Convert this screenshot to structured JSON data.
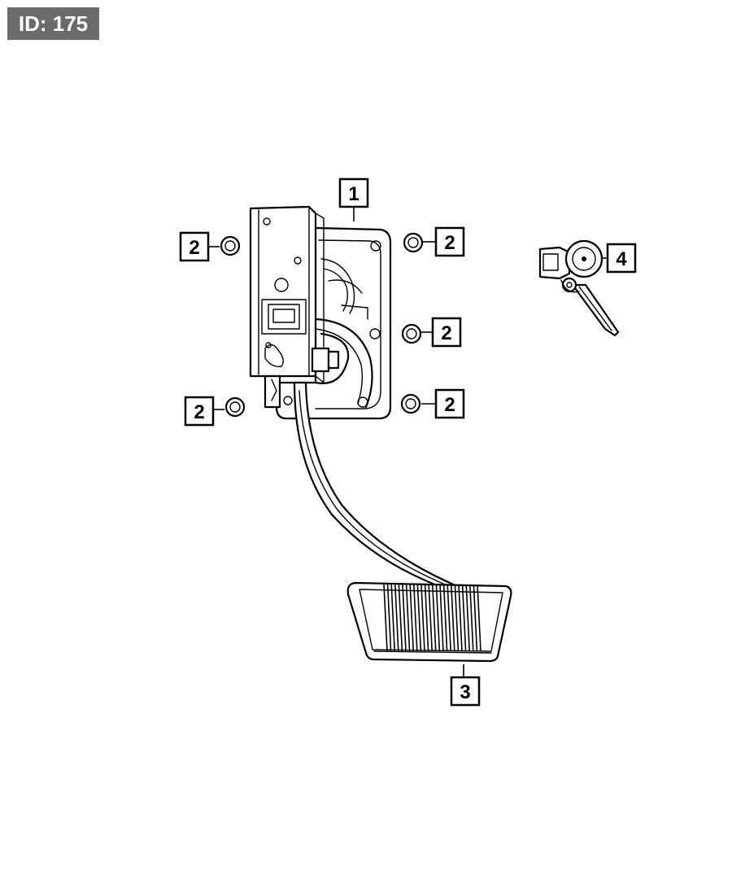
{
  "badge": {
    "text": "ID: 175"
  },
  "callouts": [
    {
      "number": "1"
    },
    {
      "number": "2"
    },
    {
      "number": "2"
    },
    {
      "number": "2"
    },
    {
      "number": "2"
    },
    {
      "number": "2"
    },
    {
      "number": "3"
    },
    {
      "number": "4"
    }
  ],
  "colors": {
    "line": "#000000",
    "badge_bg": "#6b6b6b",
    "badge_text": "#ffffff"
  }
}
